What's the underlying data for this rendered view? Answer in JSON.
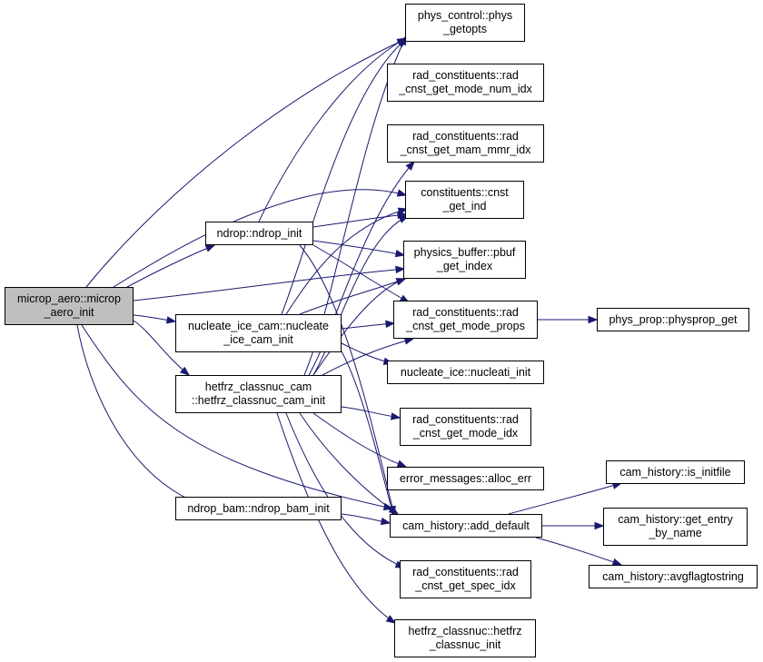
{
  "colors": {
    "edge": "#191970",
    "root_fill": "#bfbfbf",
    "node_fill": "#ffffff",
    "border": "#000000"
  },
  "nodes": {
    "microp_aero_init": {
      "line1": "microp_aero::microp",
      "line2": "_aero_init"
    },
    "ndrop_init": {
      "line1": "ndrop::ndrop_init"
    },
    "nucleate_ice_cam_init": {
      "line1": "nucleate_ice_cam::nucleate",
      "line2": "_ice_cam_init"
    },
    "hetfrz_classnuc_cam_init": {
      "line1": "hetfrz_classnuc_cam",
      "line2": "::hetfrz_classnuc_cam_init"
    },
    "ndrop_bam_init": {
      "line1": "ndrop_bam::ndrop_bam_init"
    },
    "phys_getopts": {
      "line1": "phys_control::phys",
      "line2": "_getopts"
    },
    "rad_cnst_get_mode_num_idx": {
      "line1": "rad_constituents::rad",
      "line2": "_cnst_get_mode_num_idx"
    },
    "rad_cnst_get_mam_mmr_idx": {
      "line1": "rad_constituents::rad",
      "line2": "_cnst_get_mam_mmr_idx"
    },
    "cnst_get_ind": {
      "line1": "constituents::cnst",
      "line2": "_get_ind"
    },
    "pbuf_get_index": {
      "line1": "physics_buffer::pbuf",
      "line2": "_get_index"
    },
    "rad_cnst_get_mode_props": {
      "line1": "rad_constituents::rad",
      "line2": "_cnst_get_mode_props"
    },
    "nucleati_init": {
      "line1": "nucleate_ice::nucleati_init"
    },
    "rad_cnst_get_mode_idx": {
      "line1": "rad_constituents::rad",
      "line2": "_cnst_get_mode_idx"
    },
    "alloc_err": {
      "line1": "error_messages::alloc_err"
    },
    "add_default": {
      "line1": "cam_history::add_default"
    },
    "rad_cnst_get_spec_idx": {
      "line1": "rad_constituents::rad",
      "line2": "_cnst_get_spec_idx"
    },
    "hetfrz_classnuc_init": {
      "line1": "hetfrz_classnuc::hetfrz",
      "line2": "_classnuc_init"
    },
    "physprop_get": {
      "line1": "phys_prop::physprop_get"
    },
    "is_initfile": {
      "line1": "cam_history::is_initfile"
    },
    "get_entry_by_name": {
      "line1": "cam_history::get_entry",
      "line2": "_by_name"
    },
    "avgflagtostring": {
      "line1": "cam_history::avgflagtostring"
    }
  }
}
